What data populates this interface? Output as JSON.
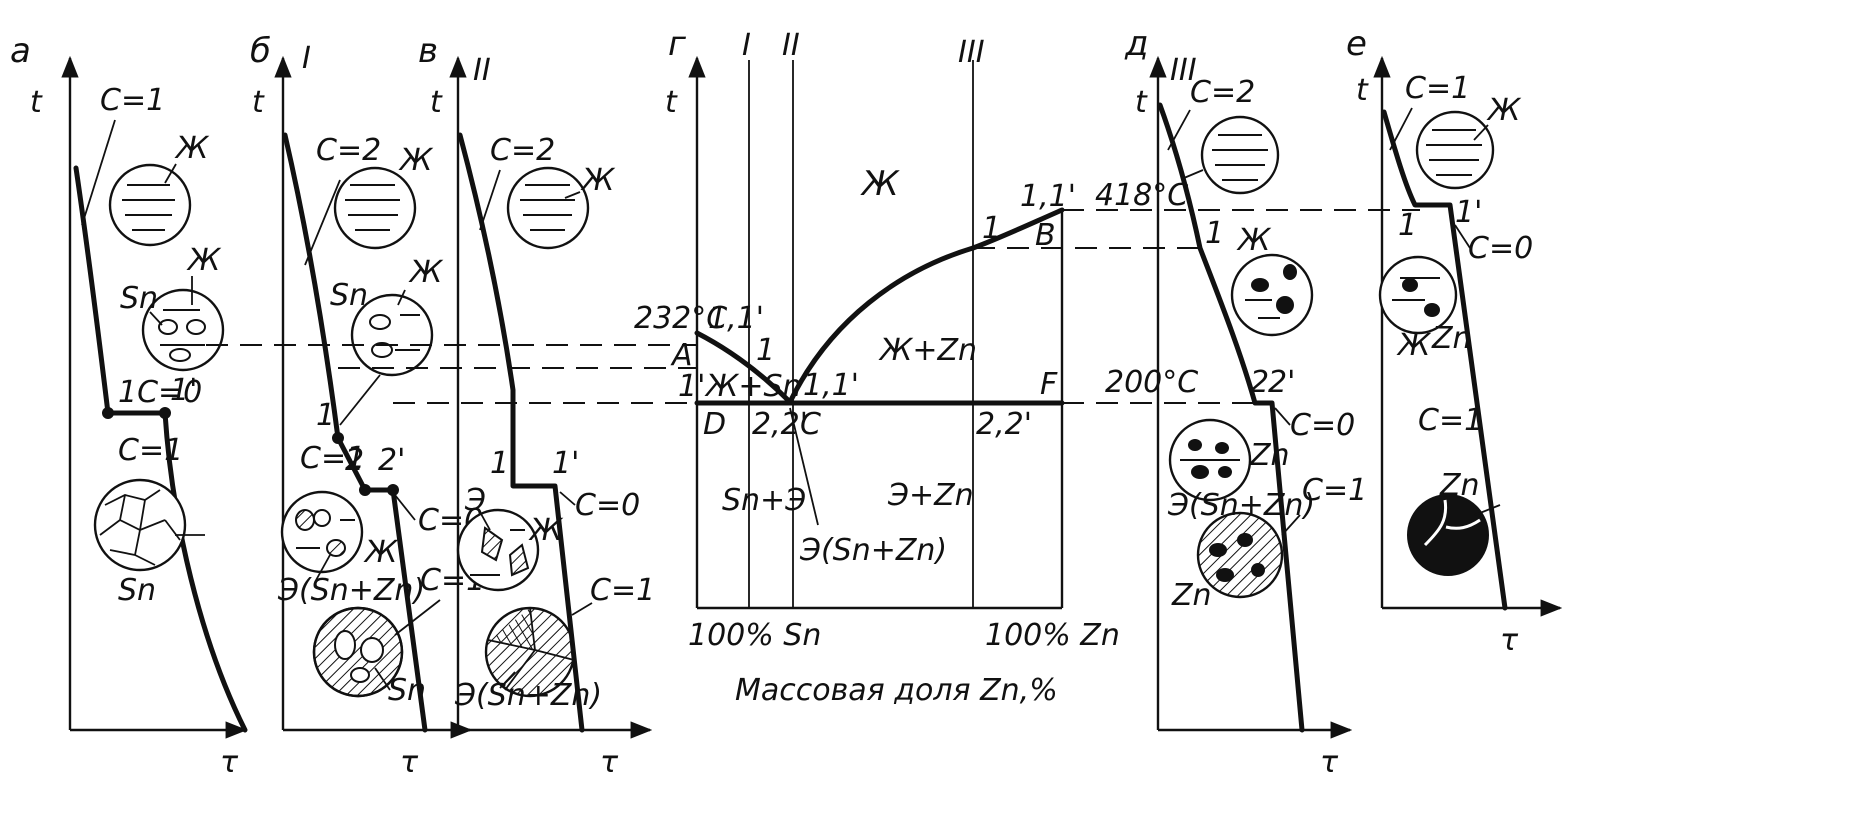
{
  "panels": {
    "a": {
      "letter": "а",
      "t": "t",
      "tau": "τ",
      "c1": "C=1",
      "liquid": "Ж",
      "liquid2": "Ж",
      "sn1": "Sn",
      "mid": "1C=0",
      "p1p": "1'",
      "c1b": "C=1",
      "sn2": "Sn"
    },
    "b": {
      "letter": "б",
      "alloy": "I",
      "t": "t",
      "tau": "τ",
      "c2": "C=2",
      "liquid": "Ж",
      "sn1": "Sn",
      "liquid2": "Ж",
      "p1": "1",
      "c1": "C=1",
      "p2": "2",
      "p2p": "2'",
      "c0": "C=0",
      "liquid3": "Ж",
      "eut": "Э(Sn+Zn)",
      "c1b": "C=1",
      "sn2": "Sn"
    },
    "v": {
      "letter": "в",
      "alloy": "II",
      "t": "t",
      "tau": "τ",
      "c2": "C=2",
      "liquid": "Ж",
      "p1": "1",
      "p1p": "1'",
      "c0": "C=0",
      "e": "Э",
      "liquid2": "Ж",
      "c1": "C=1",
      "eut": "Э(Sn+Zn)"
    },
    "g": {
      "letter": "г",
      "alloyI": "I",
      "alloyII": "II",
      "alloyIII": "III",
      "t": "t",
      "liquid": "Ж",
      "p11_right": "1,1'",
      "p1_right": "1",
      "B": "B",
      "temp232": "232°C",
      "p11_left": "1,1'",
      "A": "A",
      "p1_left": "1",
      "p1p_left": "1'",
      "liquid_sn": "Ж+Sn",
      "p11_C": "1,1'",
      "liquid_zn": "Ж+Zn",
      "F": "F",
      "D": "D",
      "p22_left": "2,2'",
      "C": "C",
      "p22_right": "2,2'",
      "sn_e": "Sn+Э",
      "e_zn": "Э+Zn",
      "eut": "Э(Sn+Zn)",
      "sn100": "100% Sn",
      "zn100": "100% Zn",
      "xlabel": "Массовая доля Zn,%"
    },
    "d": {
      "letter": "д",
      "alloy": "III",
      "t": "t",
      "tau": "τ",
      "temp418": "418°C",
      "temp200": "200°C",
      "c2": "C=2",
      "p1": "1",
      "liquid": "Ж",
      "p2": "2",
      "p2p": "2'",
      "c0": "C=0",
      "zn1": "Zn",
      "eut": "Э(Sn+Zn)",
      "c1": "C=1",
      "zn2": "Zn"
    },
    "e": {
      "letter": "е",
      "t": "t",
      "tau": "τ",
      "c1": "C=1",
      "liquid": "Ж",
      "p1": "1",
      "p1p": "1'",
      "c0": "C=0",
      "liquid2": "Ж",
      "zn1": "Zn",
      "c1b": "C=1",
      "zn2": "Zn"
    }
  }
}
